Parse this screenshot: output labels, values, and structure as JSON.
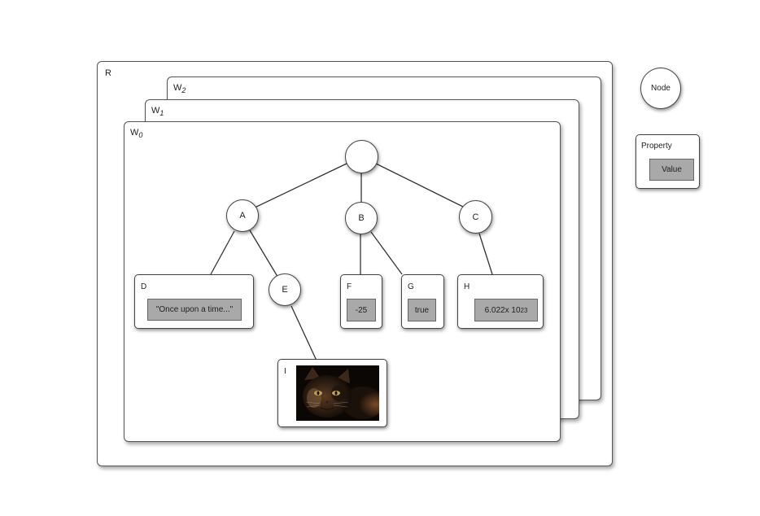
{
  "layers": {
    "r": {
      "label": "R"
    },
    "w2": {
      "letter": "W",
      "subscript": "2"
    },
    "w1": {
      "letter": "W",
      "subscript": "1"
    },
    "w0": {
      "letter": "W",
      "subscript": "0"
    }
  },
  "legend": {
    "node_label": "Node",
    "property_label": "Property",
    "property_value": "Value"
  },
  "tree": {
    "root": {
      "label": ""
    },
    "nodes": {
      "a": {
        "label": "A"
      },
      "b": {
        "label": "B"
      },
      "c": {
        "label": "C"
      },
      "e": {
        "label": "E"
      }
    },
    "properties": {
      "d": {
        "label": "D",
        "value": "\"Once upon a time...\""
      },
      "f": {
        "label": "F",
        "value": "-25"
      },
      "g": {
        "label": "G",
        "value": "true"
      },
      "h": {
        "label": "H",
        "value_base": "6.022x 10",
        "value_exponent": "23"
      },
      "i": {
        "label": "I",
        "image": "cat-photo"
      }
    }
  },
  "colors": {
    "border": "#555555",
    "value_fill": "#a9a9a9",
    "background": "#ffffff"
  }
}
